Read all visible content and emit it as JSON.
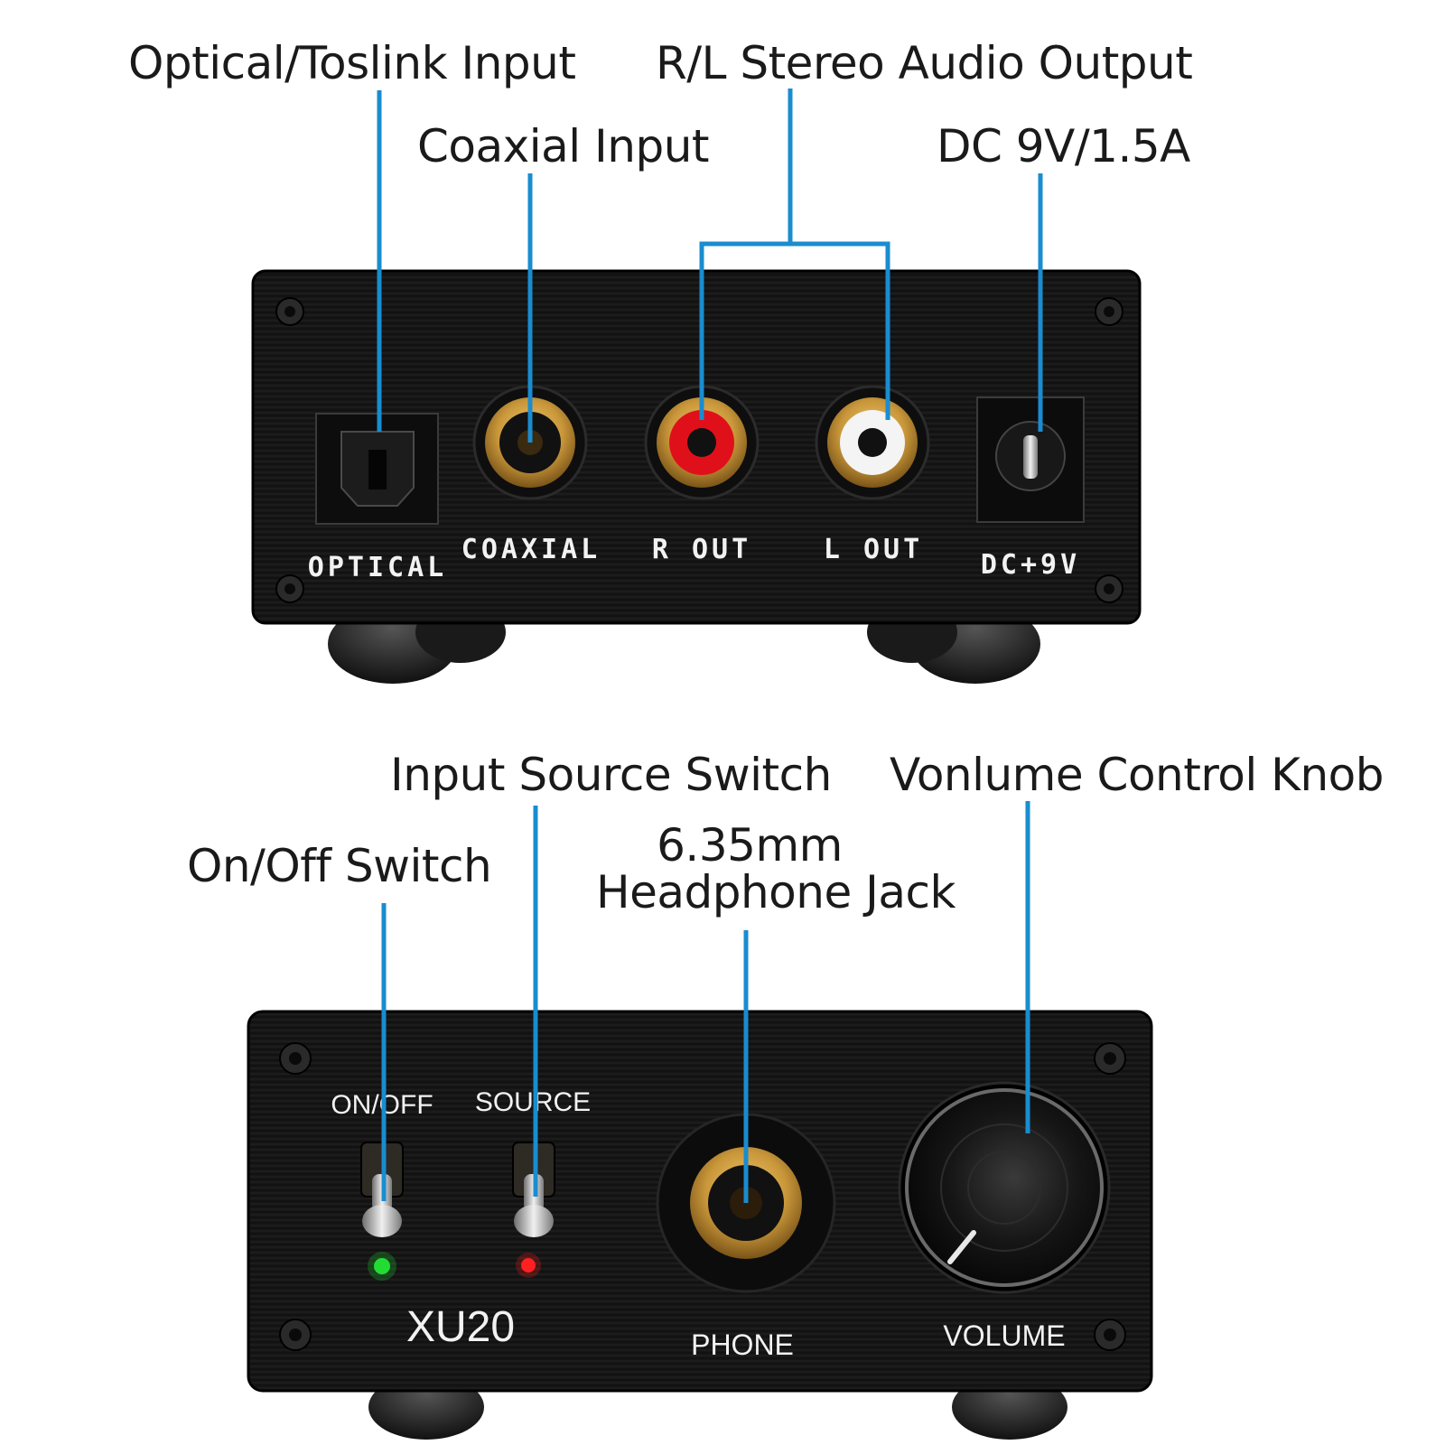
{
  "callouts": {
    "optical_input": "Optical/Toslink Input",
    "coaxial_input": "Coaxial Input",
    "stereo_output": "R/L Stereo Audio Output",
    "dc_power": "DC 9V/1.5A",
    "input_source_switch": "Input Source Switch",
    "volume_knob": "Vonlume Control Knob",
    "on_off_switch": "On/Off Switch",
    "headphone_jack_line1": "6.35mm",
    "headphone_jack_line2": "Headphone Jack"
  },
  "rear_panel": {
    "optical": "OPTICAL",
    "coaxial": "COAXIAL",
    "r_out": "R OUT",
    "l_out": "L OUT",
    "dc": "DC+9V"
  },
  "front_panel": {
    "on_off": "ON/OFF",
    "source": "SOURCE",
    "model": "XU20",
    "phone": "PHONE",
    "volume": "VOLUME"
  },
  "leds": {
    "power": "green",
    "source": "red"
  },
  "colors": {
    "leader_line": "#1a8ccf",
    "panel": "#141414",
    "gold": "#c9973a",
    "red_jack": "#e0101a"
  }
}
